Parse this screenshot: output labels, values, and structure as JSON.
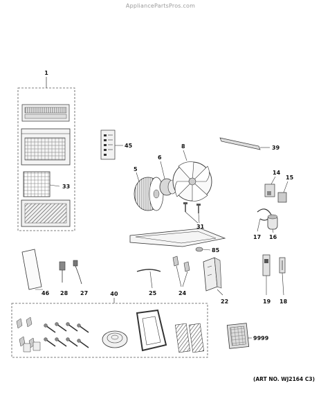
{
  "watermark": "AppliancePartsPros.com",
  "art_number": "(ART NO. WJ2164 C3)",
  "callouts": {
    "c1": "1",
    "c33": "33",
    "c45": "45",
    "c5": "5",
    "c6": "6",
    "c8": "8",
    "c39": "39",
    "c14": "14",
    "c15": "15",
    "c31": "31",
    "c17": "17",
    "c16": "16",
    "c85": "85",
    "c46": "46",
    "c28": "28",
    "c27": "27",
    "c25": "25",
    "c24": "24",
    "c22": "22",
    "c19": "19",
    "c18": "18",
    "c40": "40",
    "c9999": "9999"
  },
  "colors": {
    "line": "#333333",
    "callout": "#111111",
    "dash": "#555555",
    "watermark": "#9a9a9a"
  }
}
